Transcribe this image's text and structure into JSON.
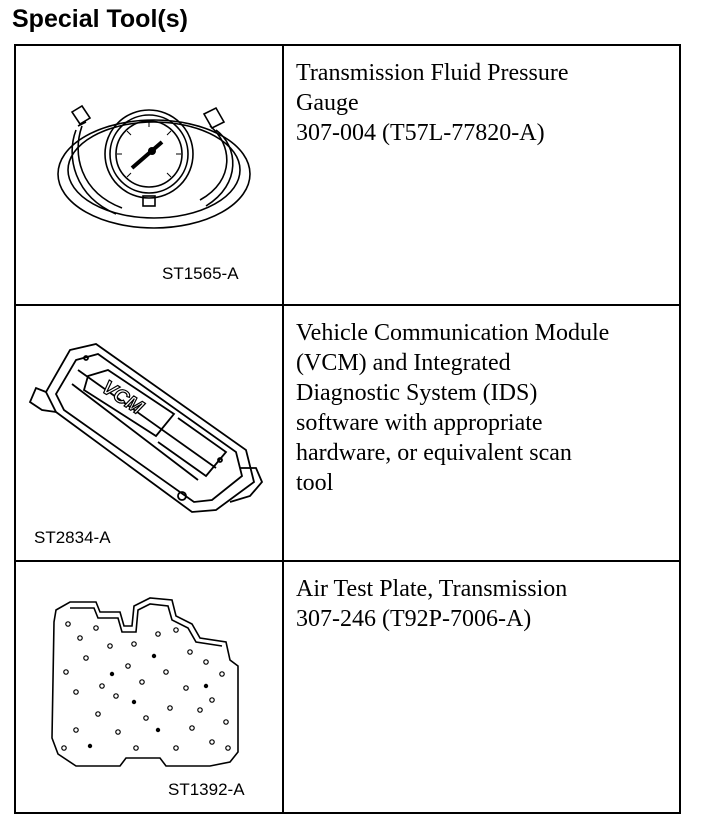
{
  "heading": "Special Tool(s)",
  "tools": [
    {
      "icon": "pressure-gauge-illustration",
      "figure_code": "ST1565-A",
      "description_lines": [
        "Transmission Fluid Pressure",
        "Gauge",
        "307-004 (T57L-77820-A)"
      ]
    },
    {
      "icon": "vcm-module-illustration",
      "figure_code": "ST2834-A",
      "description_lines": [
        "Vehicle Communication Module",
        "(VCM) and Integrated",
        "Diagnostic System (IDS)",
        "software with appropriate",
        "hardware, or equivalent scan",
        "tool"
      ],
      "illustration_text": "VCM"
    },
    {
      "icon": "air-test-plate-illustration",
      "figure_code": "ST1392-A",
      "description_lines": [
        "Air Test Plate, Transmission",
        "307-246 (T92P-7006-A)"
      ]
    }
  ]
}
